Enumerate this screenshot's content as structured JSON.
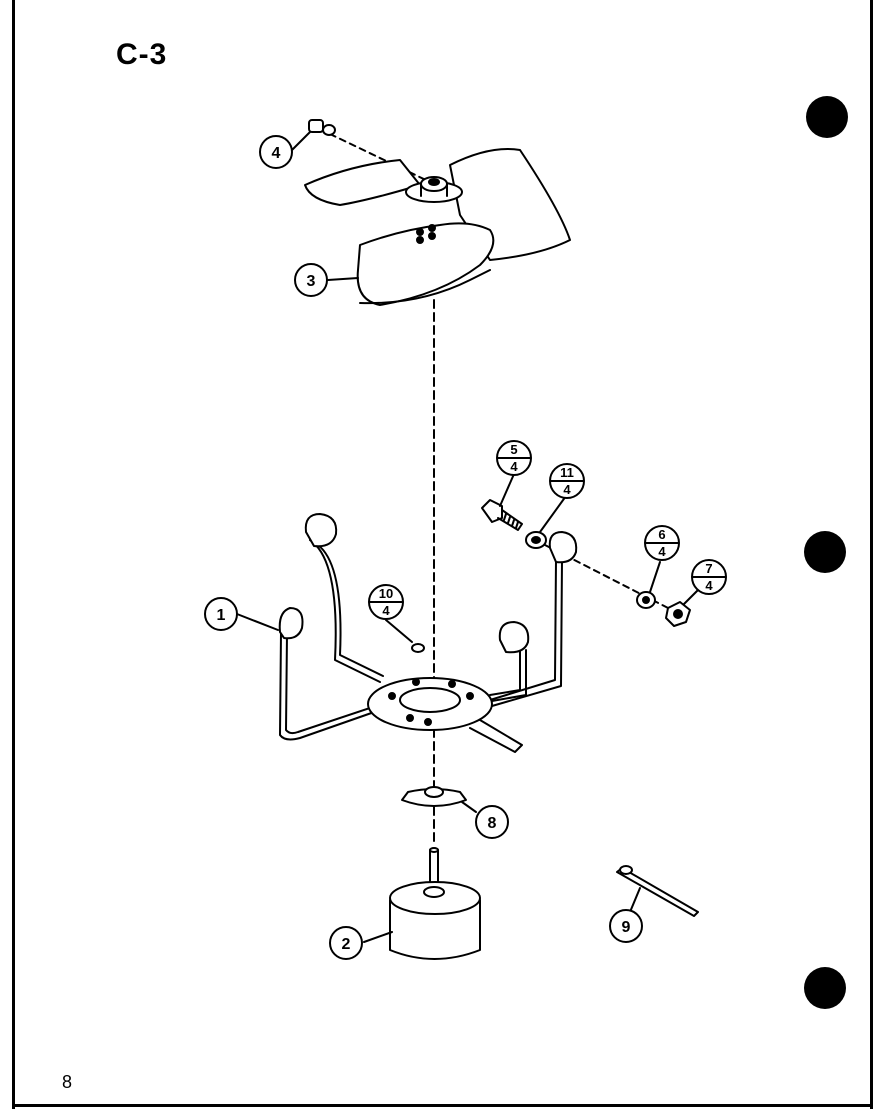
{
  "title": "C-3",
  "page_number": "8",
  "callouts": [
    {
      "id": "1",
      "qty": ""
    },
    {
      "id": "2",
      "qty": ""
    },
    {
      "id": "3",
      "qty": ""
    },
    {
      "id": "4",
      "qty": ""
    },
    {
      "id": "5",
      "qty": "4"
    },
    {
      "id": "6",
      "qty": "4"
    },
    {
      "id": "7",
      "qty": "4"
    },
    {
      "id": "8",
      "qty": ""
    },
    {
      "id": "9",
      "qty": ""
    },
    {
      "id": "10",
      "qty": "4"
    },
    {
      "id": "11",
      "qty": "4"
    }
  ]
}
